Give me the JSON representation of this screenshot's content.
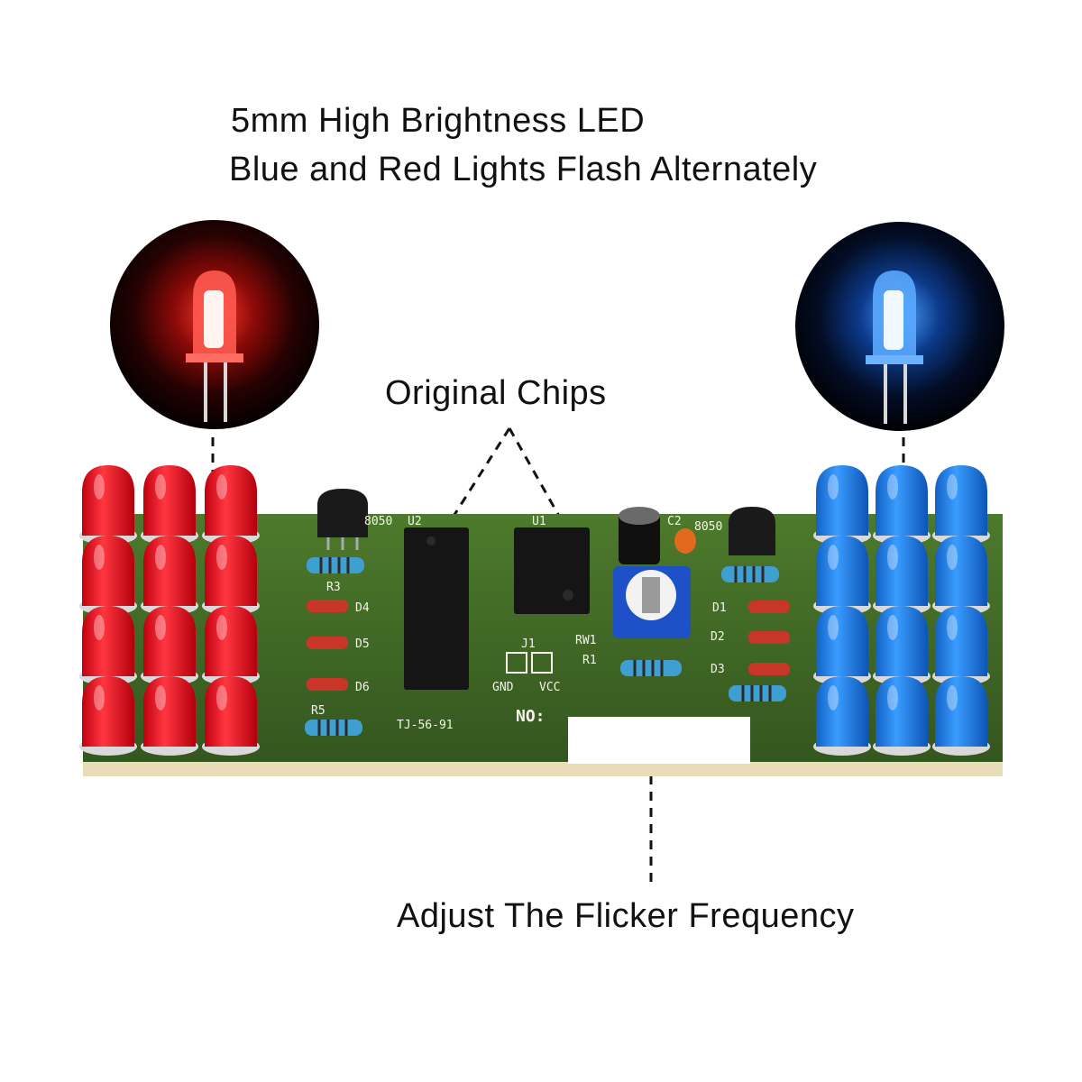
{
  "captions": {
    "line1": "5mm High Brightness LED",
    "line2": "Blue and Red Lights Flash Alternately",
    "chips": "Original Chips",
    "adjust": "Adjust The Flicker Frequency"
  },
  "board": {
    "labels": {
      "q_left": "8050",
      "u2": "U2",
      "u1": "U1",
      "c_label": "C2",
      "q_right": "8050",
      "r3": "R3",
      "d4": "D4",
      "d5": "D5",
      "d6": "D6",
      "r5": "R5",
      "part_no": "TJ-56-91",
      "j1": "J1",
      "gnd": "GND",
      "vcc": "VCC",
      "no": "NO:",
      "rw1": "RW1",
      "r1": "R1",
      "d1": "D1",
      "d2": "D2",
      "d3": "D3"
    }
  },
  "colors": {
    "red_led": "#e0141c",
    "blue_led": "#1f7fe0",
    "pcb": "#3f6a26",
    "pot": "#1e50c8"
  },
  "leds": {
    "red_count": 12,
    "blue_count": 12
  }
}
